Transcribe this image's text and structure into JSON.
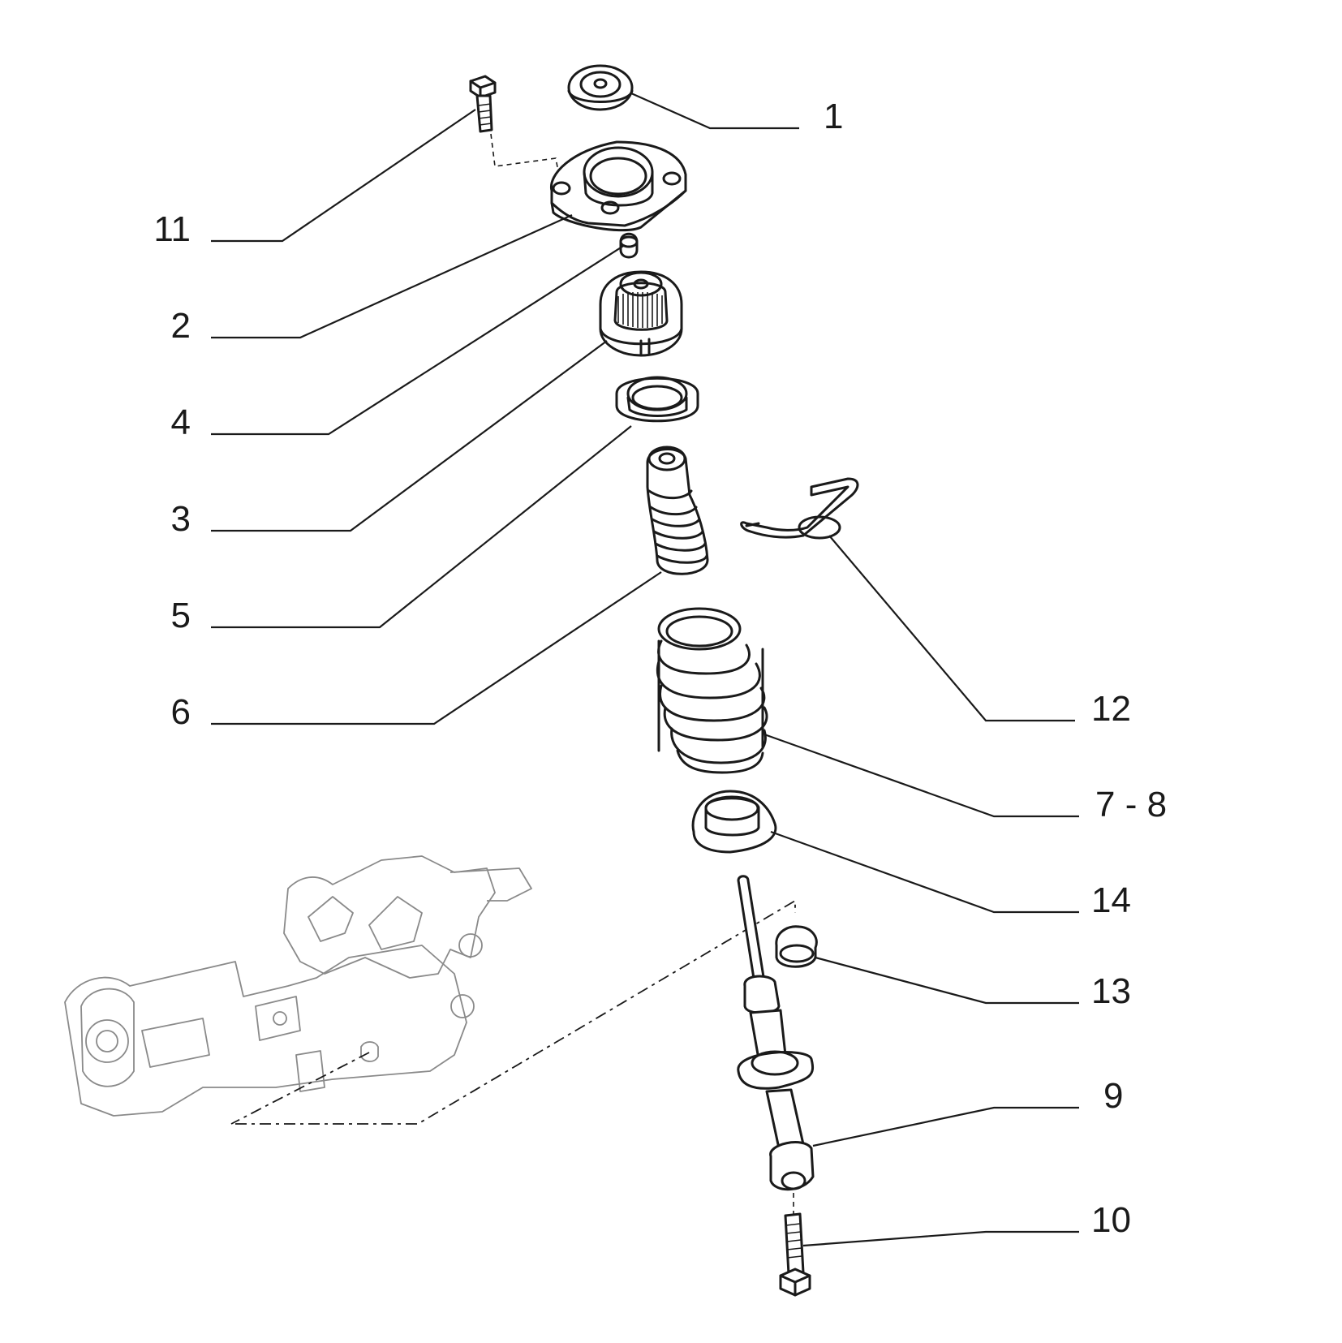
{
  "callouts": [
    {
      "id": "c1",
      "label": "1"
    },
    {
      "id": "c11",
      "label": "11"
    },
    {
      "id": "c2",
      "label": "2"
    },
    {
      "id": "c4",
      "label": "4"
    },
    {
      "id": "c3",
      "label": "3"
    },
    {
      "id": "c5",
      "label": "5"
    },
    {
      "id": "c6",
      "label": "6"
    },
    {
      "id": "c12",
      "label": "12"
    },
    {
      "id": "c78",
      "label": "7 - 8"
    },
    {
      "id": "c14",
      "label": "14"
    },
    {
      "id": "c13",
      "label": "13"
    },
    {
      "id": "c9",
      "label": "9"
    },
    {
      "id": "c10",
      "label": "10"
    }
  ]
}
